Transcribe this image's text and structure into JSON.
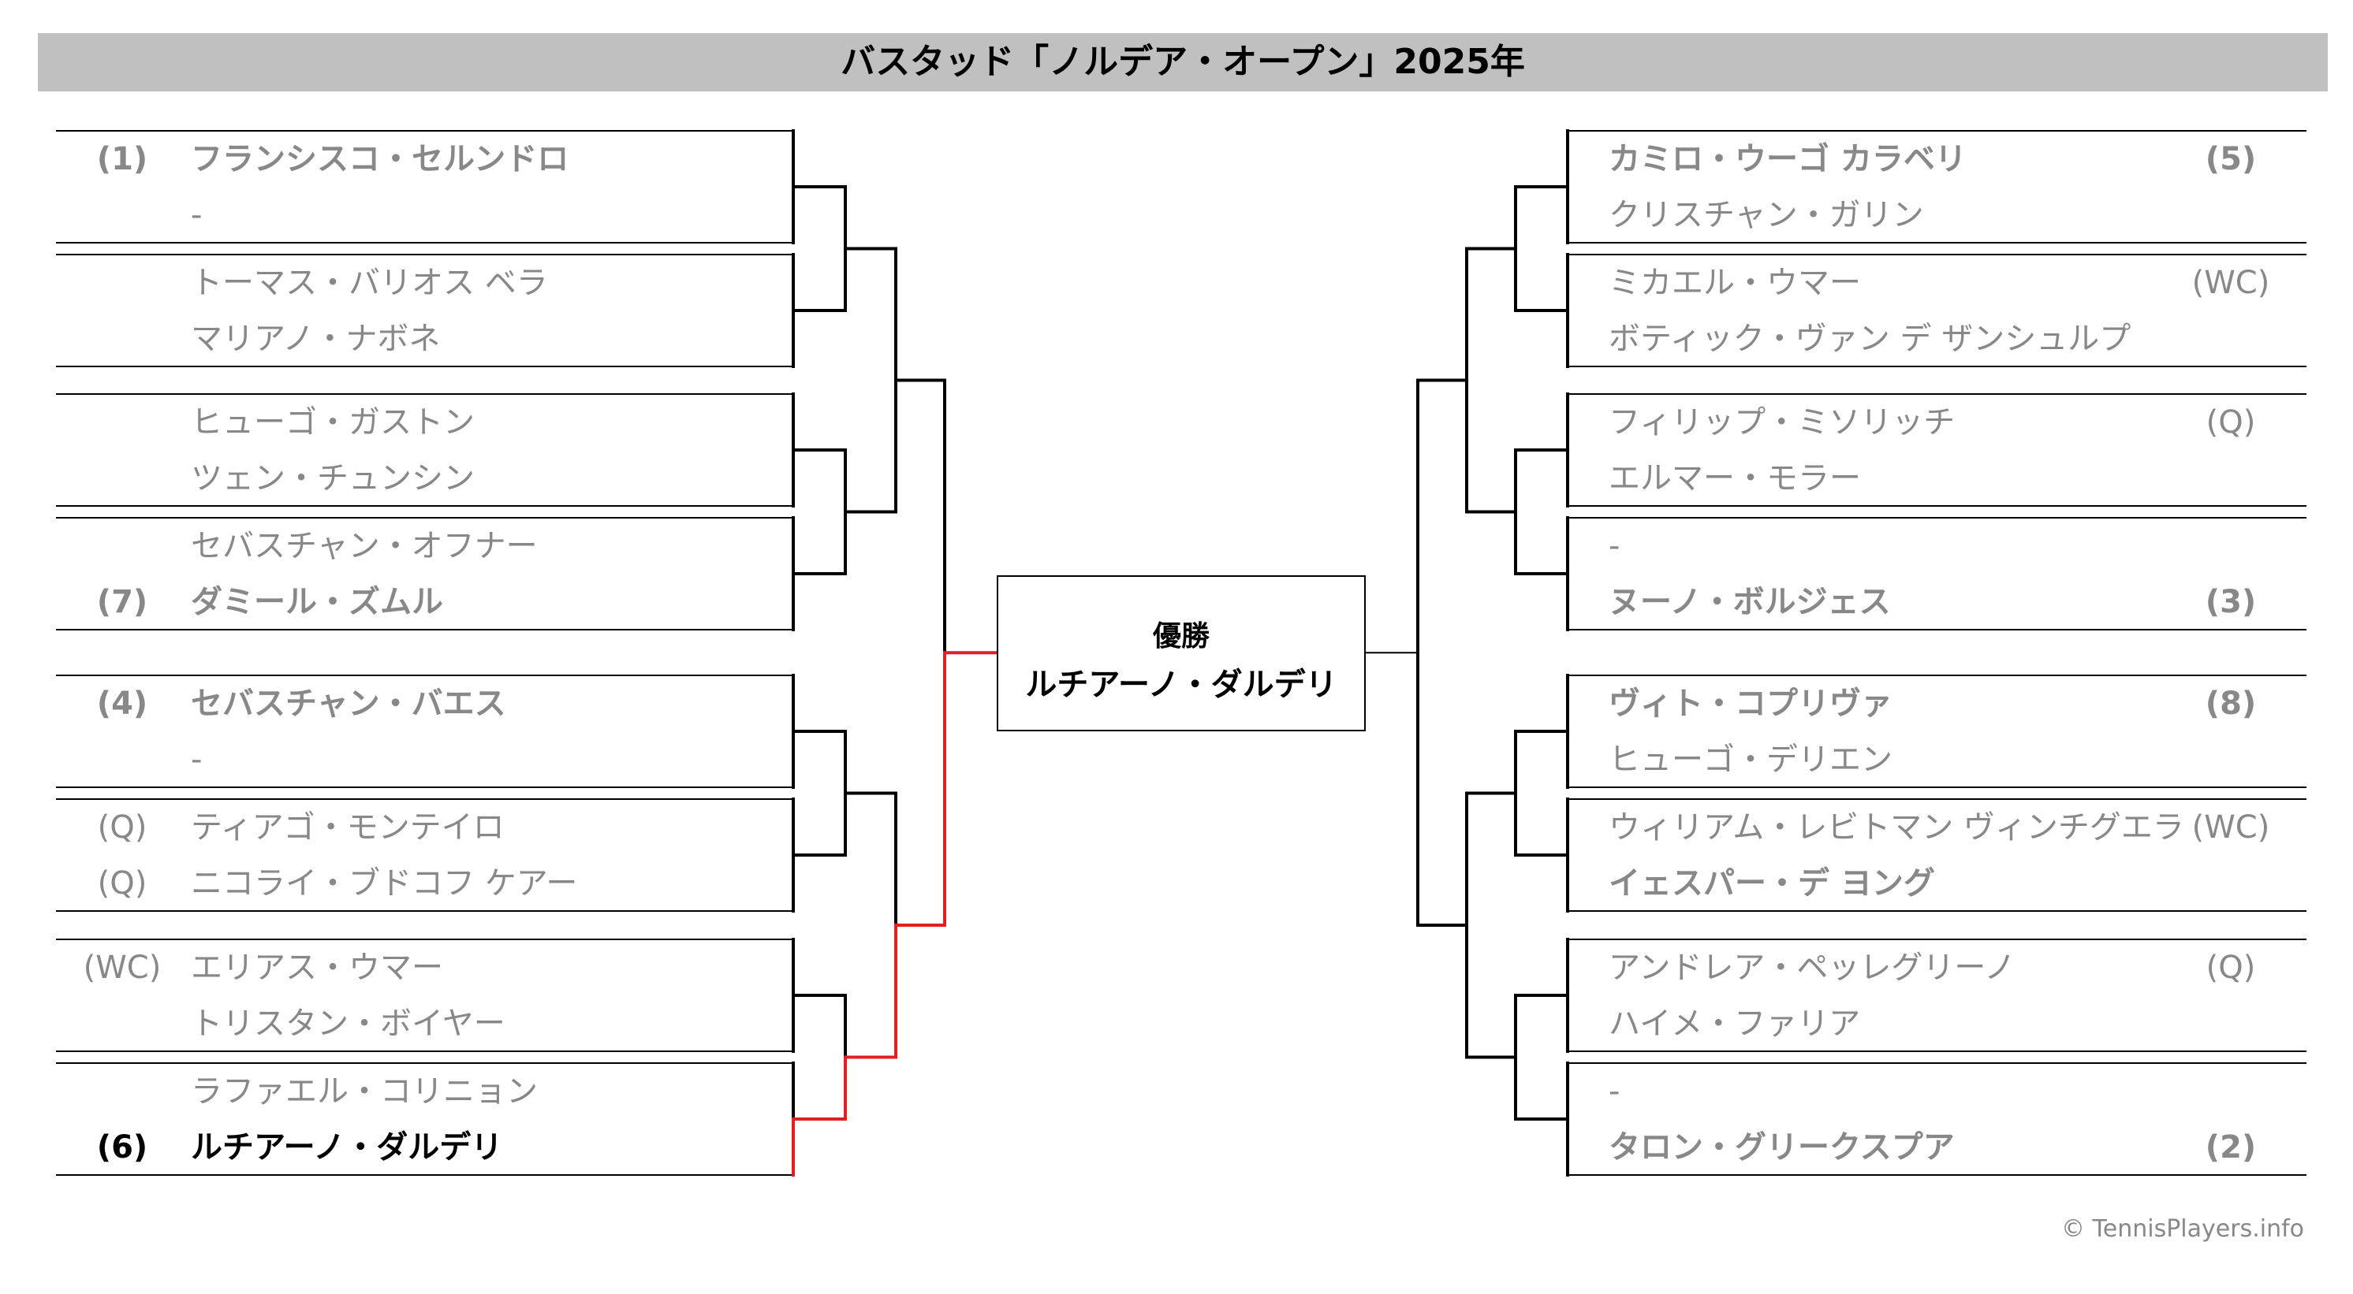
{
  "title": "バスタッド「ノルデア・オープン」2025年",
  "winner": {
    "label": "優勝",
    "name": "ルチアーノ・ダルデリ"
  },
  "credit": "© TennisPlayers.info",
  "left": [
    [
      {
        "seed": "(1)",
        "name": "フランシスコ・セルンドロ",
        "bold": true
      },
      {
        "seed": "",
        "name": "-"
      }
    ],
    [
      {
        "seed": "",
        "name": "トーマス・バリオス ベラ"
      },
      {
        "seed": "",
        "name": "マリアノ・ナボネ"
      }
    ],
    [
      {
        "seed": "",
        "name": "ヒューゴ・ガストン"
      },
      {
        "seed": "",
        "name": "ツェン・チュンシン"
      }
    ],
    [
      {
        "seed": "",
        "name": "セバスチャン・オフナー"
      },
      {
        "seed": "(7)",
        "name": "ダミール・ズムル",
        "bold": true
      }
    ],
    [
      {
        "seed": "(4)",
        "name": "セバスチャン・バエス",
        "bold": true
      },
      {
        "seed": "",
        "name": "-"
      }
    ],
    [
      {
        "seed": "(Q)",
        "name": "ティアゴ・モンテイロ"
      },
      {
        "seed": "(Q)",
        "name": "ニコライ・ブドコフ ケアー"
      }
    ],
    [
      {
        "seed": "(WC)",
        "name": "エリアス・ウマー"
      },
      {
        "seed": "",
        "name": "トリスタン・ボイヤー"
      }
    ],
    [
      {
        "seed": "",
        "name": "ラファエル・コリニョン"
      },
      {
        "seed": "(6)",
        "name": "ルチアーノ・ダルデリ",
        "bold": true,
        "black": true
      }
    ]
  ],
  "right": [
    [
      {
        "seed": "(5)",
        "name": "カミロ・ウーゴ カラベリ",
        "bold": true
      },
      {
        "seed": "",
        "name": "クリスチャン・ガリン"
      }
    ],
    [
      {
        "seed": "(WC)",
        "name": "ミカエル・ウマー"
      },
      {
        "seed": "",
        "name": "ボティック・ヴァン デ ザンシュルプ"
      }
    ],
    [
      {
        "seed": "(Q)",
        "name": "フィリップ・ミソリッチ"
      },
      {
        "seed": "",
        "name": "エルマー・モラー"
      }
    ],
    [
      {
        "seed": "",
        "name": "-"
      },
      {
        "seed": "(3)",
        "name": "ヌーノ・ボルジェス",
        "bold": true
      }
    ],
    [
      {
        "seed": "(8)",
        "name": "ヴィト・コプリヴァ",
        "bold": true
      },
      {
        "seed": "",
        "name": "ヒューゴ・デリエン"
      }
    ],
    [
      {
        "seed": "(WC)",
        "name": "ウィリアム・レビトマン ヴィンチグエラ"
      },
      {
        "seed": "",
        "name": "イェスパー・デ ヨング",
        "bold": true
      }
    ],
    [
      {
        "seed": "(Q)",
        "name": "アンドレア・ペッレグリーノ"
      },
      {
        "seed": "",
        "name": "ハイメ・ファリア"
      }
    ],
    [
      {
        "seed": "",
        "name": "-"
      },
      {
        "seed": "(2)",
        "name": "タロン・グリークスプア",
        "bold": true
      }
    ]
  ]
}
